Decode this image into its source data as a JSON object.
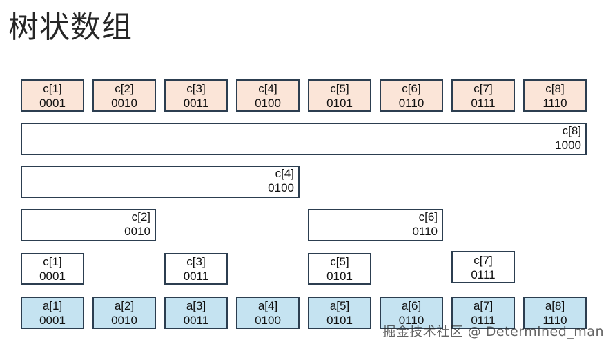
{
  "title": "树状数组",
  "rows": {
    "top": [
      {
        "name": "c[1]",
        "bin": "0001"
      },
      {
        "name": "c[2]",
        "bin": "0010"
      },
      {
        "name": "c[3]",
        "bin": "0011"
      },
      {
        "name": "c[4]",
        "bin": "0100"
      },
      {
        "name": "c[5]",
        "bin": "0101"
      },
      {
        "name": "c[6]",
        "bin": "0110"
      },
      {
        "name": "c[7]",
        "bin": "0111"
      },
      {
        "name": "c[8]",
        "bin": "1110"
      }
    ],
    "level8": [
      {
        "name": "c[8]",
        "bin": "1000"
      }
    ],
    "level4": [
      {
        "name": "c[4]",
        "bin": "0100"
      }
    ],
    "level2": [
      {
        "name": "c[2]",
        "bin": "0010"
      },
      {
        "name": "c[6]",
        "bin": "0110"
      }
    ],
    "level1": [
      {
        "name": "c[1]",
        "bin": "0001"
      },
      {
        "name": "c[3]",
        "bin": "0011"
      },
      {
        "name": "c[5]",
        "bin": "0101"
      },
      {
        "name": "c[7]",
        "bin": "0111"
      }
    ],
    "bottom": [
      {
        "name": "a[1]",
        "bin": "0001"
      },
      {
        "name": "a[2]",
        "bin": "0010"
      },
      {
        "name": "a[3]",
        "bin": "0011"
      },
      {
        "name": "a[4]",
        "bin": "0100"
      },
      {
        "name": "a[5]",
        "bin": "0101"
      },
      {
        "name": "a[6]",
        "bin": "0110"
      },
      {
        "name": "a[7]",
        "bin": "0111"
      },
      {
        "name": "a[8]",
        "bin": "1110"
      }
    ]
  },
  "colors": {
    "top_fill": "#fbe5d8",
    "bottom_fill": "#c5e3f1",
    "border": "#2c3e50"
  },
  "watermark": "掘金技术社区 @ Determined_man"
}
